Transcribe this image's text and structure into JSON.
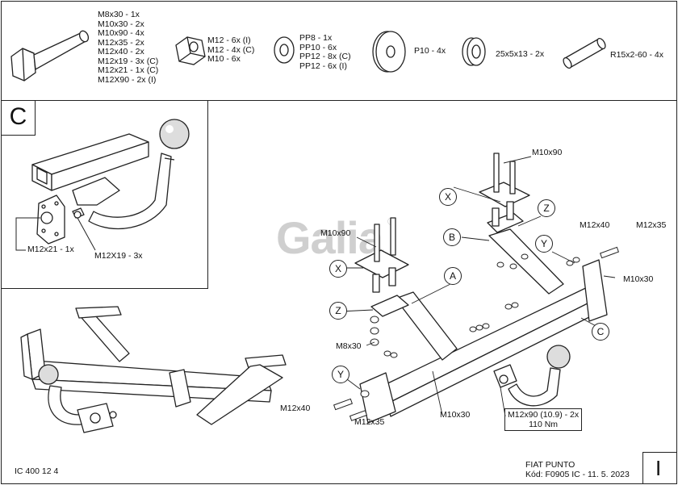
{
  "hardware_list": {
    "bolt": [
      "M8x30 - 1x",
      "M10x30 - 2x",
      "M10x90 - 4x",
      "M12x35 - 2x",
      "M12x40 - 2x",
      "M12x19 - 3x (C)",
      "M12x21 - 1x (C)",
      "M12X90 - 2x (I)"
    ],
    "nut": [
      "M12 - 6x (I)",
      "M12 - 4x (C)",
      "M10 - 6x"
    ],
    "spring_washer": [
      "PP8 - 1x",
      "PP10 - 6x",
      "PP12 - 8x (C)",
      "PP12 - 6x (I)"
    ],
    "flat_washer": "P10 - 4x",
    "spacer": "25x5x13 - 2x",
    "tube": "R15x2-60 - 4x"
  },
  "detail_c": {
    "label": "C",
    "callouts": [
      "M12x21 - 1x",
      "M12X19 - 3x"
    ]
  },
  "main_view": {
    "bubbles": [
      "X",
      "X",
      "Z",
      "Z",
      "B",
      "Y",
      "Y",
      "A",
      "C"
    ],
    "callouts": [
      "M10x90",
      "M10x90",
      "M12x40",
      "M12x35",
      "M10x30",
      "M8x30",
      "M10x30",
      "M12x40",
      "M12x35"
    ],
    "torque_spec": [
      "M12x90 (10.9) - 2x",
      "110 Nm"
    ],
    "watermark": "Galia"
  },
  "footer": {
    "doc_code": "IC 400 12 4",
    "vehicle": "FIAT PUNTO",
    "kod": "Kód: F0905 IC - 11. 5. 2023",
    "sheet_label": "I"
  }
}
